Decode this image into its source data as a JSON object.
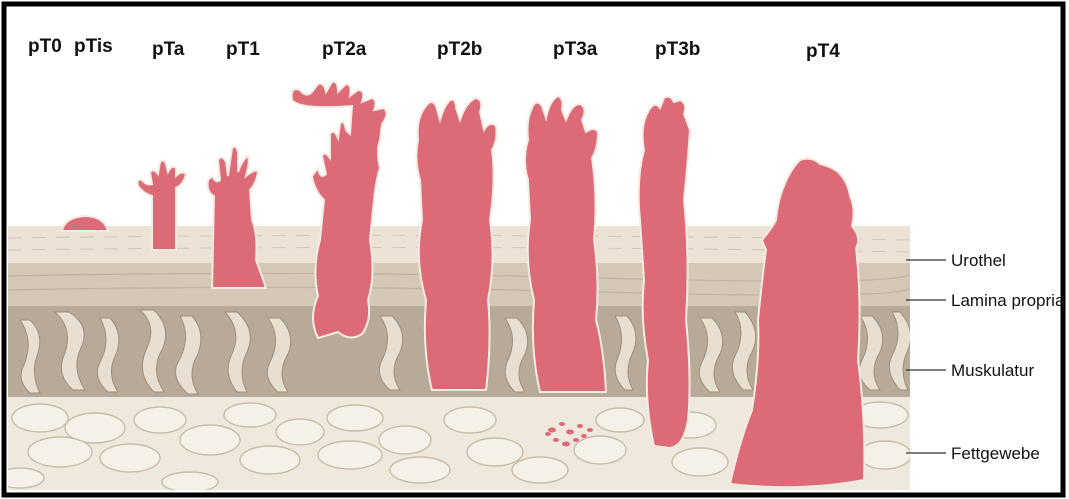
{
  "stages": [
    {
      "id": "pT0",
      "label": "pT0"
    },
    {
      "id": "pTis",
      "label": "pTis"
    },
    {
      "id": "pTa",
      "label": "pTa"
    },
    {
      "id": "pT1",
      "label": "pT1"
    },
    {
      "id": "pT2a",
      "label": "pT2a"
    },
    {
      "id": "pT2b",
      "label": "pT2b"
    },
    {
      "id": "pT3a",
      "label": "pT3a"
    },
    {
      "id": "pT3b",
      "label": "pT3b"
    },
    {
      "id": "pT4",
      "label": "pT4"
    }
  ],
  "layers": [
    {
      "id": "urothel",
      "label": "Urothel"
    },
    {
      "id": "lamina-propria",
      "label": "Lamina propria"
    },
    {
      "id": "muskulatur",
      "label": "Muskulatur"
    },
    {
      "id": "fettgewebe",
      "label": "Fettgewebe"
    }
  ],
  "colors": {
    "tumor": "#dd6a77",
    "urothel": "#ece2d5",
    "lamina": "#d5c8b6",
    "muscle": "#b8aa98",
    "fat": "#efe8dc",
    "frame": "#000000"
  }
}
